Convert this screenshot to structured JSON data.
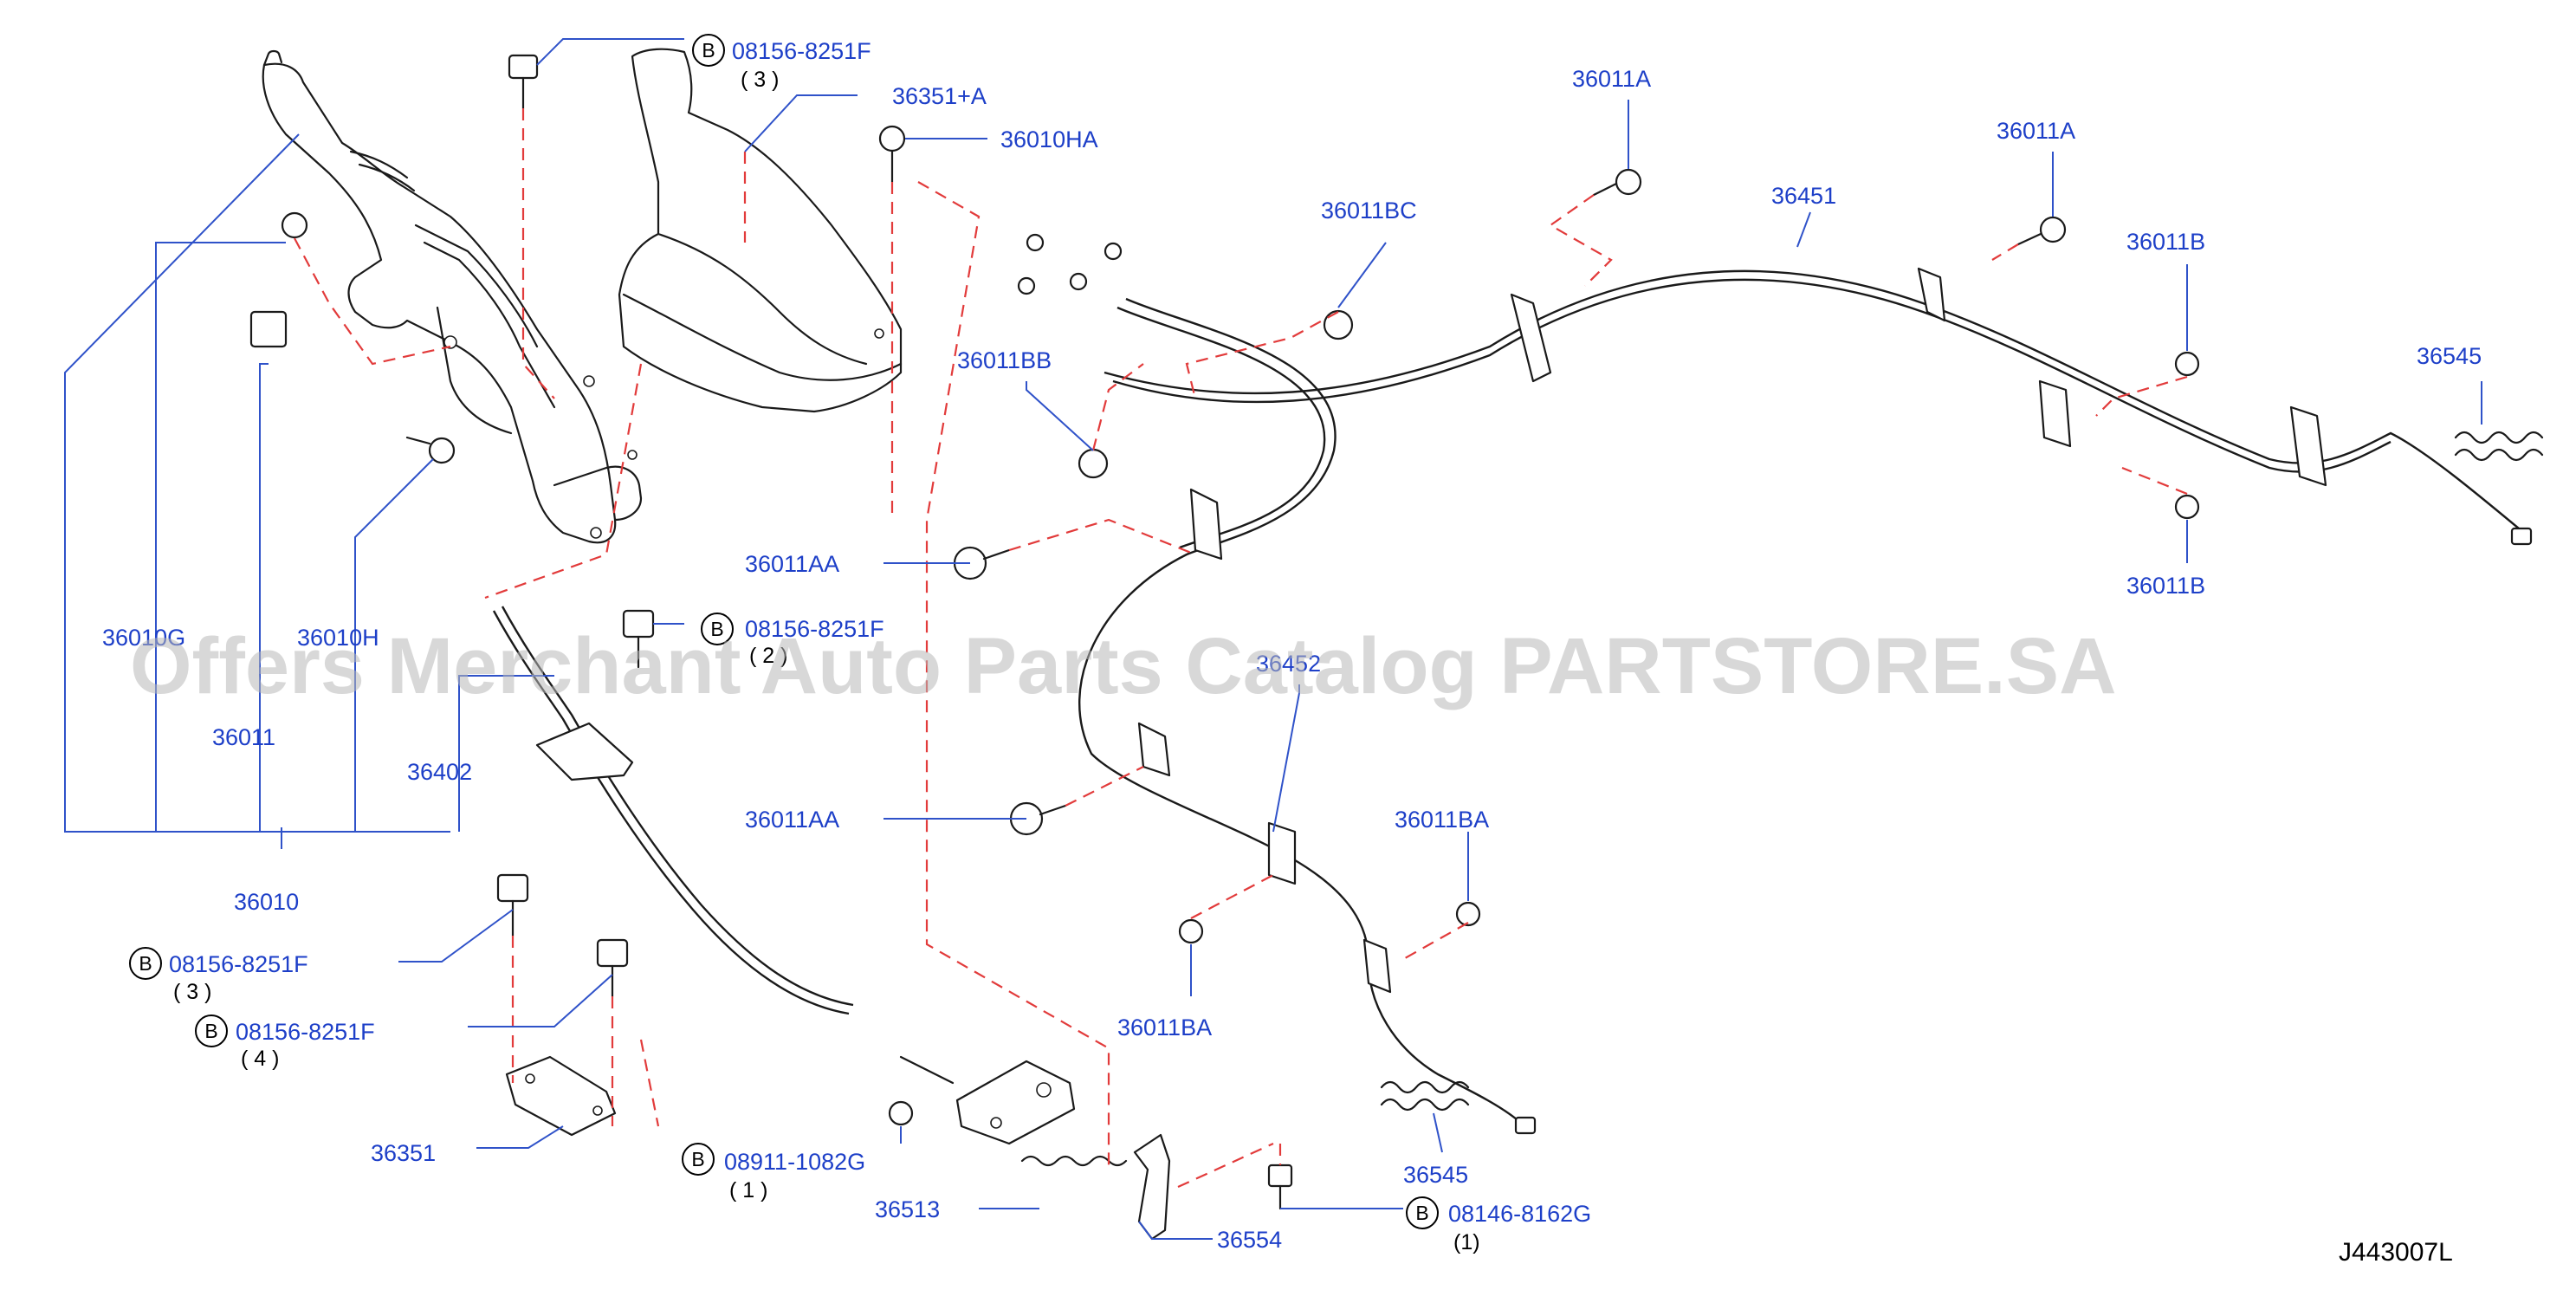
{
  "diagram": {
    "reference_code": "J443007L",
    "watermark": "Offers Merchant Auto Parts Catalog PARTSTORE.SA",
    "labels": {
      "b_top_1": "08156-8251F",
      "b_top_1_qty": "( 3 )",
      "p36351A": "36351+A",
      "p36010HA": "36010HA",
      "p36011A_1": "36011A",
      "p36011A_2": "36011A",
      "p36451": "36451",
      "p36011BC": "36011BC",
      "p36011B_1": "36011B",
      "p36011B_2": "36011B",
      "p36545_1": "36545",
      "p36011BB": "36011BB",
      "p36011AA_1": "36011AA",
      "p36011AA_2": "36011AA",
      "p36010G": "36010G",
      "p36010H": "36010H",
      "b_mid": "08156-8251F",
      "b_mid_qty": "( 2 )",
      "p36452": "36452",
      "p36011": "36011",
      "p36402": "36402",
      "p36010": "36010",
      "p36011BA_1": "36011BA",
      "p36011BA_2": "36011BA",
      "b_low_1": "08156-8251F",
      "b_low_1_qty": "( 3 )",
      "b_low_2": "08156-8251F",
      "b_low_2_qty": "( 4 )",
      "p36351": "36351",
      "b_nut": "08911-1082G",
      "b_nut_qty": "( 1 )",
      "p36513": "36513",
      "p36554": "36554",
      "b_bolt": "08146-8162G",
      "b_bolt_qty": "(1)",
      "p36545_2": "36545",
      "b_symbol": "B"
    }
  },
  "colors": {
    "label": "#1d3fc8",
    "leader": "#2f52c9",
    "dashed_line": "#e23b3b",
    "part_outline": "#1a1a1a",
    "watermark": "#b8b8b8"
  }
}
